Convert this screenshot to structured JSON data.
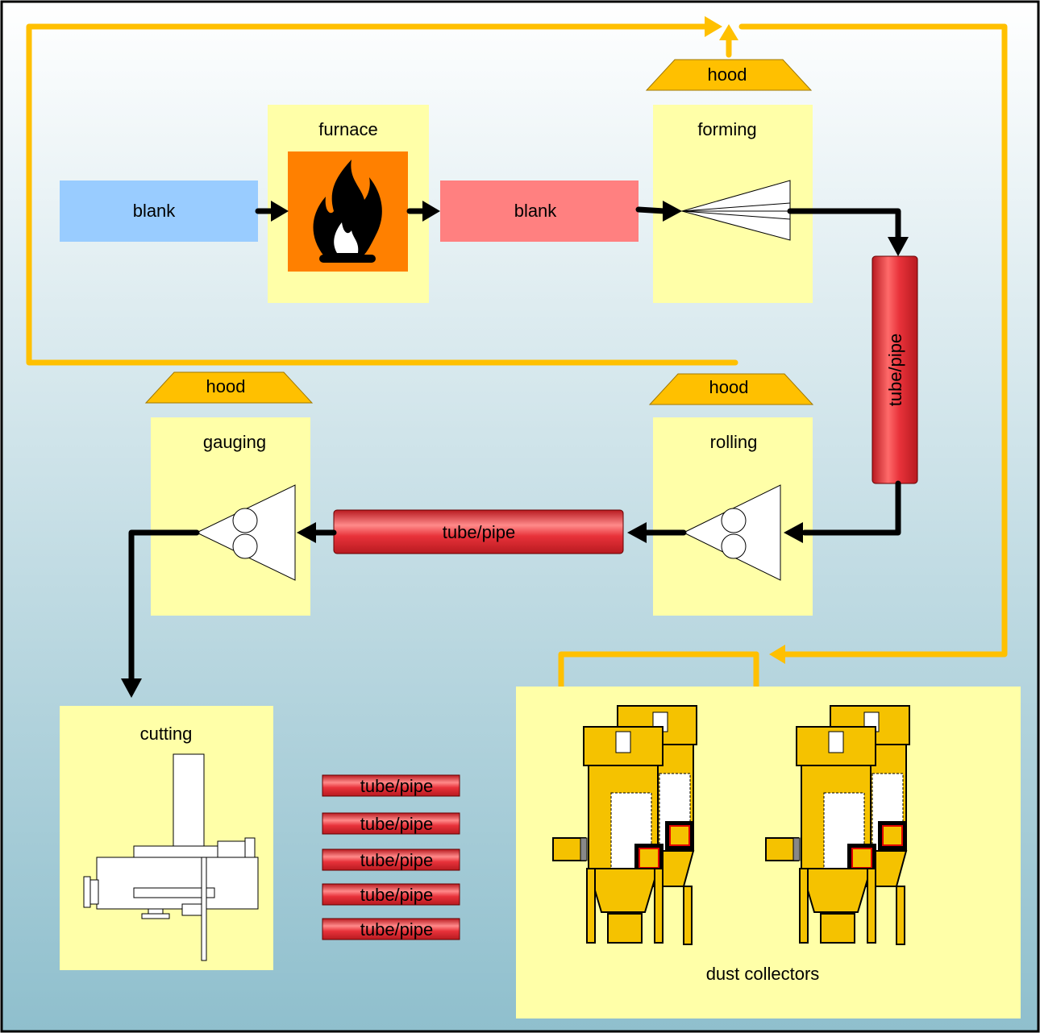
{
  "stages": {
    "blank_cold": "blank",
    "furnace": "furnace",
    "blank_hot": "blank",
    "forming": "forming",
    "rolling": "rolling",
    "gauging": "gauging",
    "cutting": "cutting",
    "dust_collectors": "dust collectors"
  },
  "hoods": {
    "forming": "hood",
    "rolling": "hood",
    "gauging": "hood"
  },
  "tubes": {
    "vertical": "tube/pipe",
    "horizontal": "tube/pipe",
    "stack": [
      "tube/pipe",
      "tube/pipe",
      "tube/pipe",
      "tube/pipe",
      "tube/pipe"
    ]
  },
  "colors": {
    "station": "#FFFFA8",
    "blank_cold": "#99CCFF",
    "blank_hot": "#FF8080",
    "furnace": "#FF8000",
    "duct": "#FFC000",
    "flow": "#000000",
    "tube": "#E8323A",
    "collector": "#F5C200"
  }
}
